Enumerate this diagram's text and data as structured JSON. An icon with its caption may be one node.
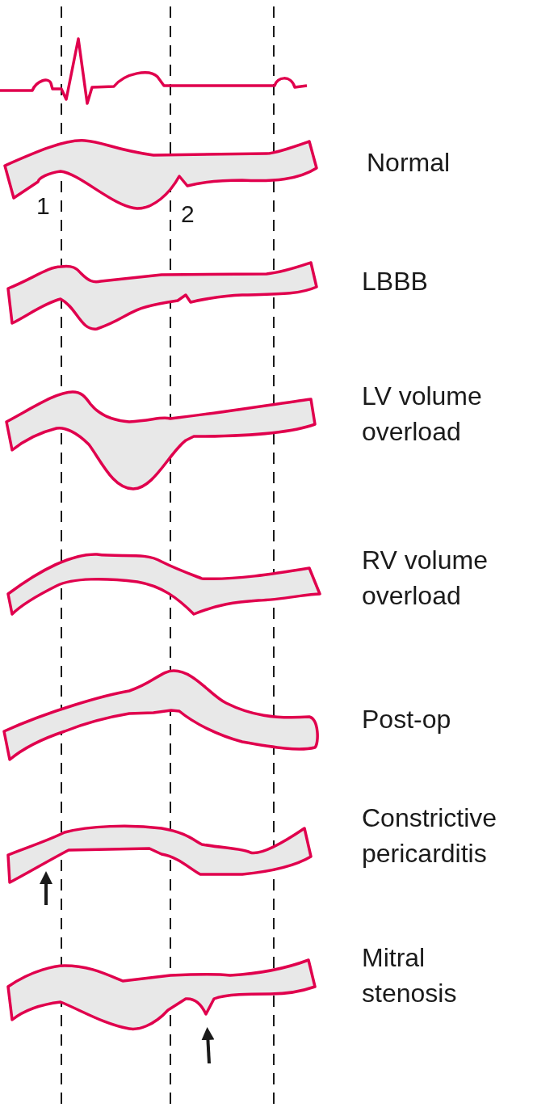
{
  "diagram": {
    "labels": [
      "1",
      "2",
      "Normal",
      "LBBB",
      "LV volume overload",
      "RV volume overload",
      "Post-op",
      "Constrictive pericarditis",
      "Mitral stenosis"
    ]
  }
}
